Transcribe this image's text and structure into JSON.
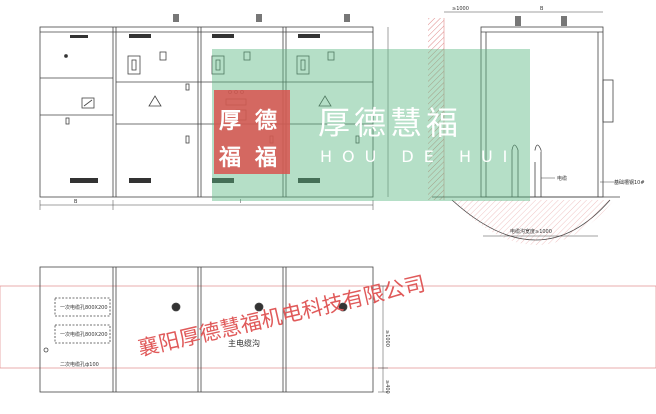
{
  "front_view": {
    "dim_left": "B",
    "dim_bottom": "l"
  },
  "side_view": {
    "dim_top_left": "≥1000",
    "dim_top_right": "B",
    "label_cable": "电缆",
    "label_base_steel": "基础槽钢10#",
    "label_trench": "电缆沟宽度≥1000"
  },
  "plan_view": {
    "label_hole_1": "一次电缆孔800X200",
    "label_hole_2": "一次电缆孔800X200",
    "label_hole_3": "二次电缆孔ф100",
    "label_main_trench": "主电缆沟",
    "dim_right": "≥1000",
    "dim_right_lower": "≥400"
  },
  "watermark": {
    "seal_chars": [
      "厚",
      "德",
      "福",
      "福"
    ],
    "cn_text": "厚德慧福",
    "en_text": "HOU DE HUI FU",
    "company": "襄阳厚德慧福机电科技有限公司",
    "colors": {
      "green": "#5cb882",
      "seal_red": "#d9534f",
      "text_red": "#e05a5a"
    }
  }
}
